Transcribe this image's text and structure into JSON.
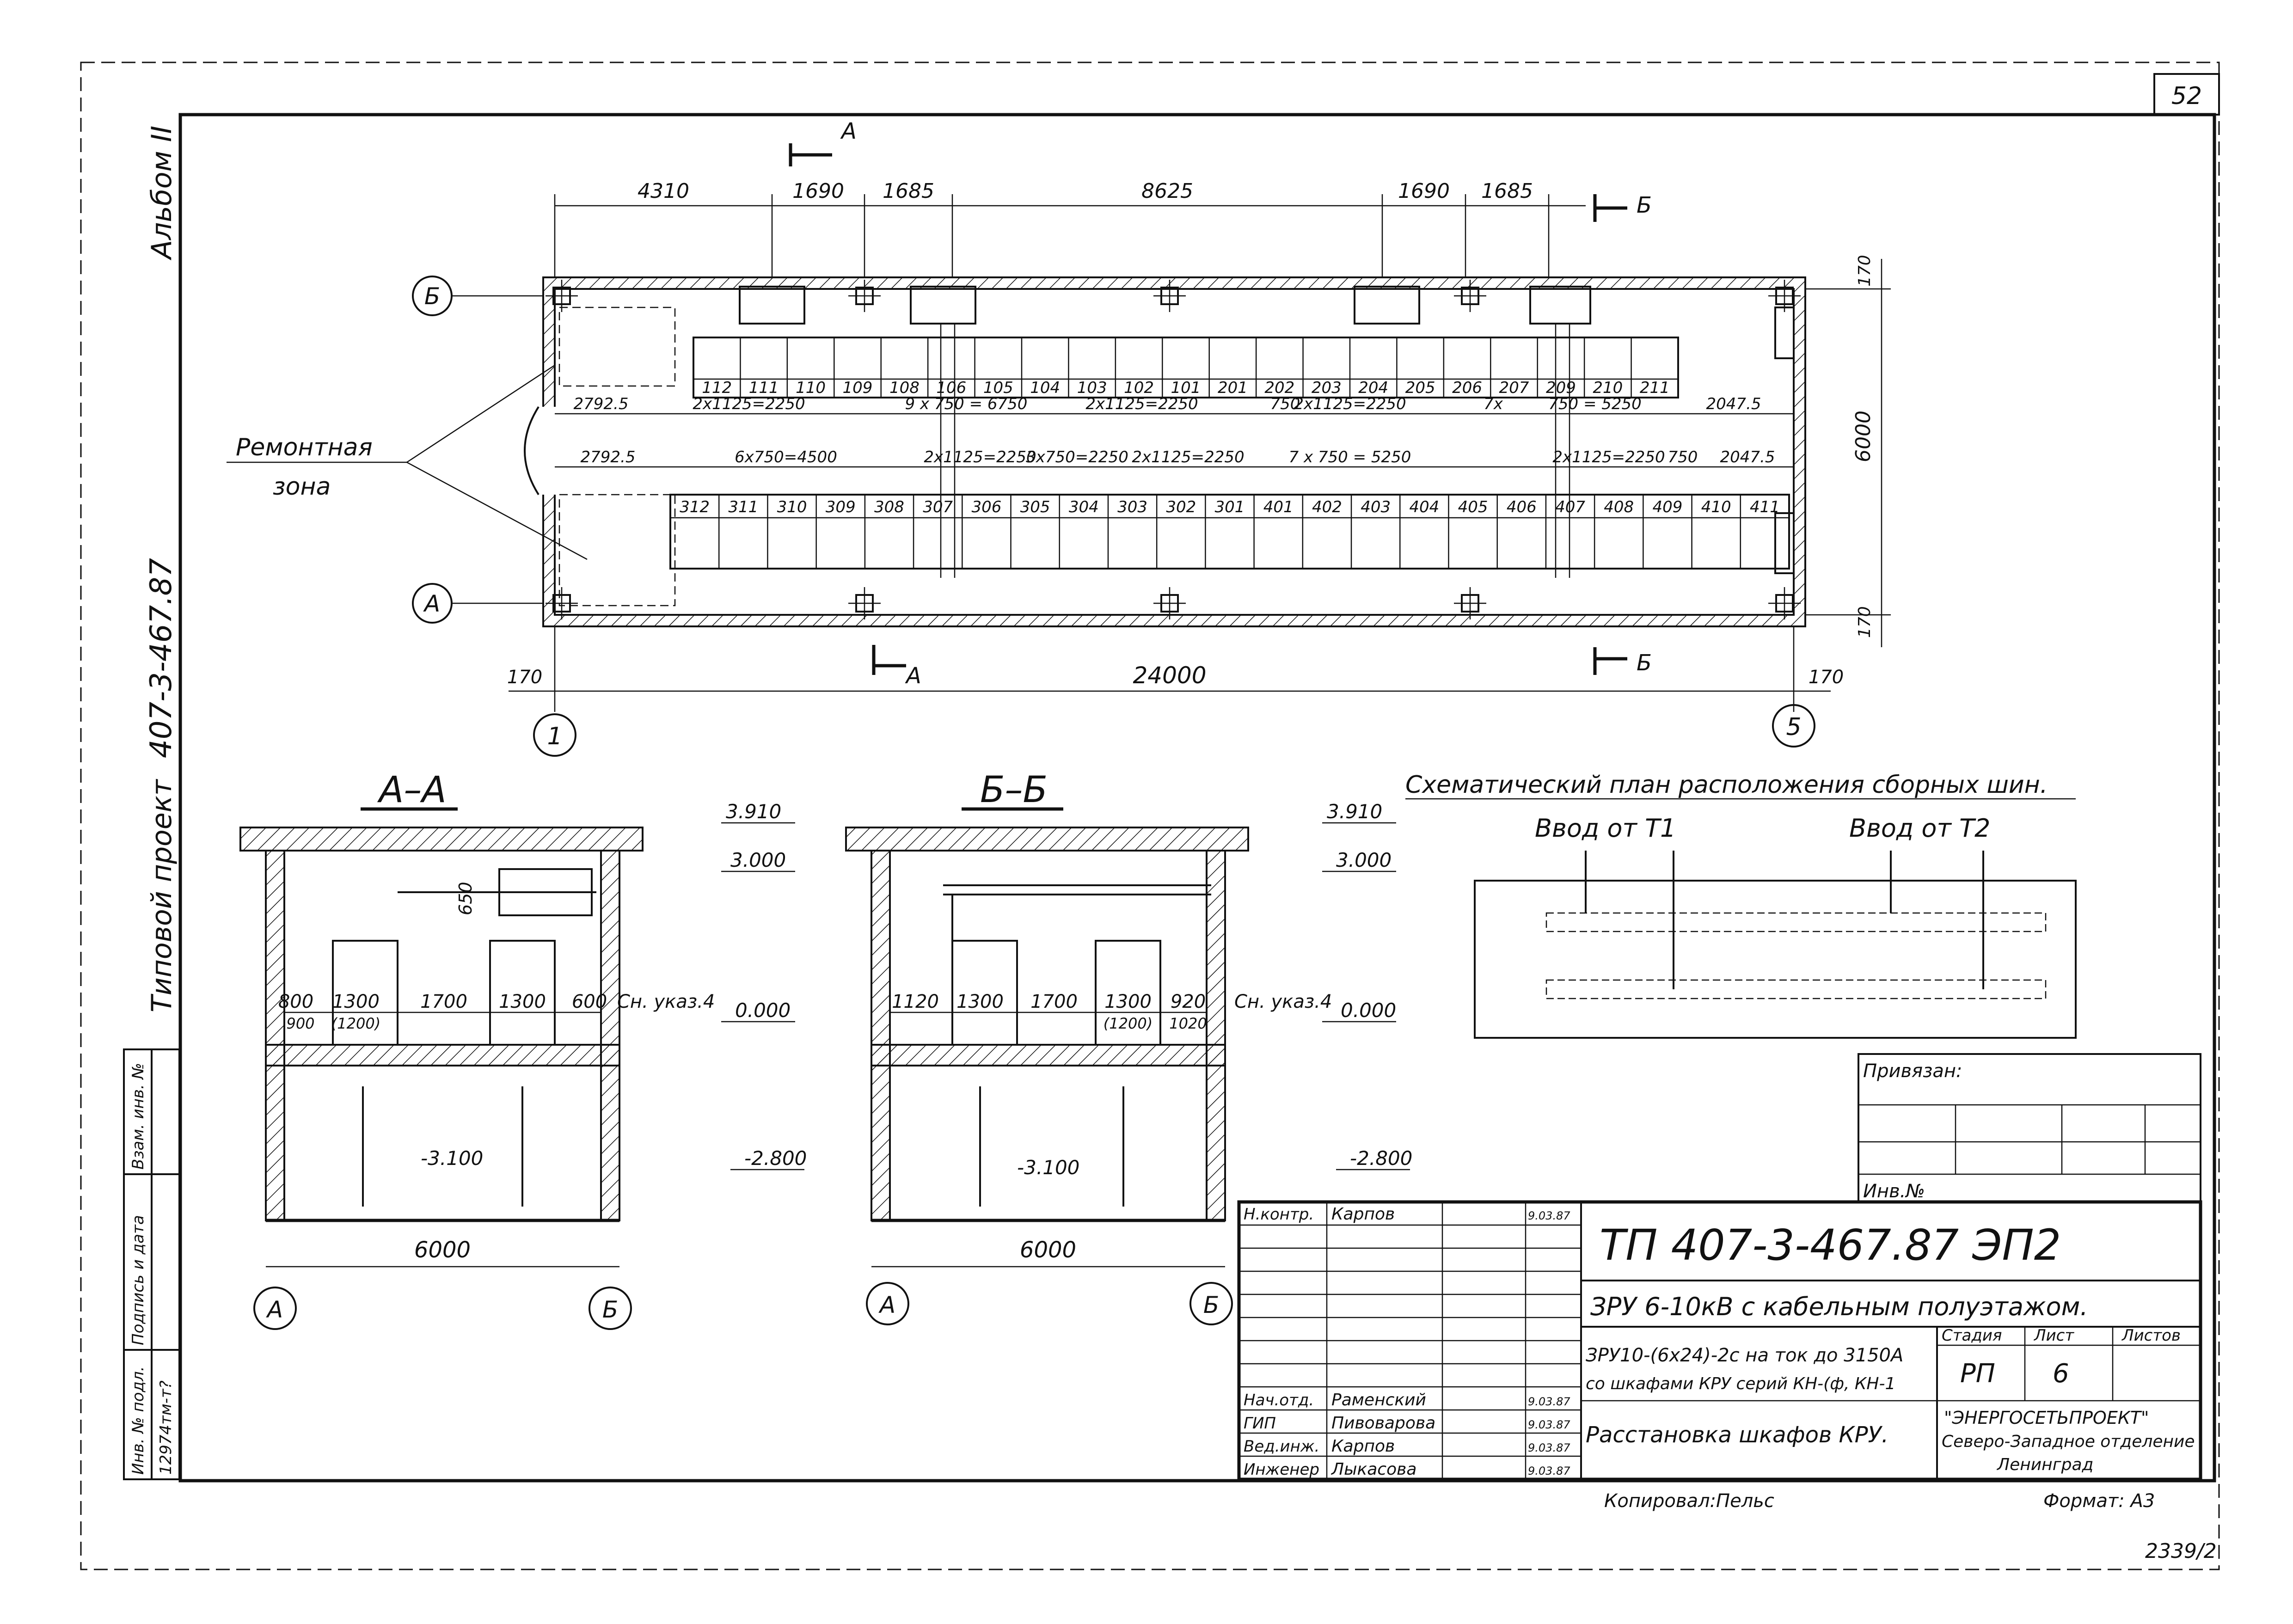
{
  "sheet": {
    "page_number": "52",
    "album": "Альбом II",
    "project_code_side": "407-3-467.87",
    "typical_project": "Типовой проект",
    "copied_by": "Копировал:Пельс",
    "format": "Формат: А3",
    "bottom_number": "2339/2"
  },
  "left_stamp": {
    "col1": "Инв. № подл.",
    "col2": "Подпись и дата",
    "col3": "Взам. инв. №",
    "inv_value": "12974тм-т?"
  },
  "plan": {
    "section_a": "А",
    "section_b": "Б",
    "top_dims": [
      "4310",
      "1690",
      "1685",
      "8625",
      "1690",
      "1685"
    ],
    "axis_b": "Б",
    "axis_a": "А",
    "axis_1": "1",
    "axis_5": "5",
    "overall_width": "24000",
    "offset_left": "170",
    "offset_right": "170",
    "right_dims": [
      "170",
      "6000",
      "170"
    ],
    "repair_zone_1": "Ремонтная",
    "repair_zone_2": "зона",
    "row1_cells": [
      "112",
      "111",
      "110",
      "109",
      "108",
      "106",
      "105",
      "104",
      "103",
      "102",
      "101",
      "201",
      "202",
      "203",
      "204",
      "205",
      "206",
      "207",
      "209",
      "210",
      "211"
    ],
    "row1_dims": [
      "2792.5",
      "2х1125=2250",
      "9 х 750 = 6750",
      "2х1125=2250",
      "750",
      "2х1125=2250",
      "7х",
      "750 = 5250",
      "2047.5"
    ],
    "row2_dims": [
      "2792.5",
      "6х750=4500",
      "2х1125=2250",
      "3х750=2250",
      "2х1125=2250",
      "7 х 750 = 5250",
      "2х1125=2250",
      "750",
      "2047.5"
    ],
    "row2_cells": [
      "312",
      "311",
      "310",
      "309",
      "308",
      "307",
      "306",
      "305",
      "304",
      "303",
      "302",
      "301",
      "401",
      "402",
      "403",
      "404",
      "405",
      "406",
      "407",
      "408",
      "409",
      "410",
      "411"
    ]
  },
  "section_aa": {
    "title": "А–А",
    "elev_top": "3.910",
    "elev_3": "3.000",
    "elev_0": "0.000",
    "elev_m28": "-2.800",
    "elev_m31": "-3.100",
    "dim_650": "650",
    "dims": [
      "800",
      "1300",
      "1700",
      "1300",
      "600"
    ],
    "dims_sub": [
      "900",
      "(1200)"
    ],
    "note": "Сн. указ.4",
    "width": "6000",
    "axis_left": "А",
    "axis_right": "Б"
  },
  "section_bb": {
    "title": "Б–Б",
    "elev_top": "3.910",
    "elev_3": "3.000",
    "elev_0": "0.000",
    "elev_m28": "-2.800",
    "elev_m31": "-3.100",
    "dims": [
      "1120",
      "1300",
      "1700",
      "1300",
      "920"
    ],
    "dims_sub": [
      "(1200)",
      "1020"
    ],
    "note": "Сн. указ.4",
    "width": "6000",
    "axis_left": "А",
    "axis_right": "Б"
  },
  "bus_scheme": {
    "title": "Схематический план расположения сборных шин.",
    "input_t1": "Ввод от Т1",
    "input_t2": "Ввод от Т2"
  },
  "title_block": {
    "tied": "Привязан:",
    "inv_no": "Инв.№",
    "code": "ТП    407-3-467.87    ЭП2",
    "subtitle": "ЗРУ 6-10кВ с кабельным полуэтажом.",
    "desc_1": "ЗРУ10-(6х24)-2с на ток до 3150А",
    "desc_2": "со шкафами КРУ серий КН-(ф, КН-1",
    "desc_3": "Расстановка шкафов КРУ.",
    "stage_h": "Стадия",
    "sheet_h": "Лист",
    "sheets_h": "Листов",
    "stage": "РП",
    "sheet": "6",
    "org_1": "\"ЭНЕРГОСЕТЬПРОЕКТ\"",
    "org_2": "Северо-Западное отделение",
    "org_3": "Ленинград",
    "rows": [
      {
        "role": "Н.контр.",
        "name": "Карпов",
        "date": "9.03.87"
      },
      {
        "role": "Нач.отд.",
        "name": "Раменский",
        "date": "9.03.87"
      },
      {
        "role": "ГИП",
        "name": "Пивоварова",
        "date": "9.03.87"
      },
      {
        "role": "Вед.инж.",
        "name": "Карпов",
        "date": "9.03.87"
      },
      {
        "role": "Инженер",
        "name": "Лыкасова",
        "date": "9.03.87"
      }
    ]
  }
}
